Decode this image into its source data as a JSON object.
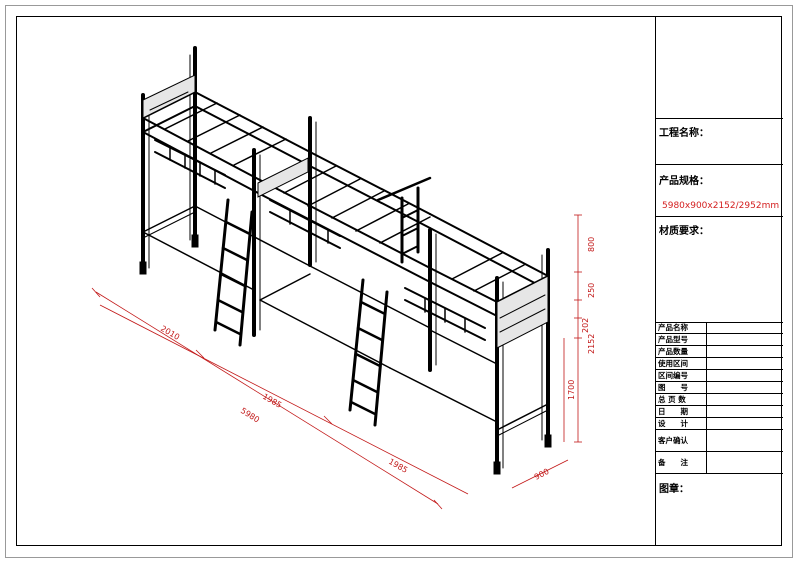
{
  "title_block": {
    "project_name_label": "工程名称：",
    "product_spec_label": "产品规格：",
    "product_spec_value": "5980x900x2152/2952mm",
    "material_label": "材质要求：",
    "stamp_label": "图章：",
    "rows": [
      {
        "label": "产品名称"
      },
      {
        "label": "产品型号"
      },
      {
        "label": "产品数量"
      },
      {
        "label": "使用区间"
      },
      {
        "label": "区间编号"
      },
      {
        "label": "图　　号"
      },
      {
        "label": "总 页 数"
      },
      {
        "label": "日　　期"
      },
      {
        "label": "设　　计"
      },
      {
        "label": "客户确认"
      },
      {
        "label": "备　　注"
      }
    ]
  },
  "dimensions": {
    "length_total": "5980",
    "segment_1": "2010",
    "segment_2": "1985",
    "segment_3": "1985",
    "width": "900",
    "height_top": "800",
    "height_rail": "250",
    "height_upper": "202",
    "height_total": "2152",
    "height_lower": "1700"
  },
  "colors": {
    "dimension": "#c21818",
    "line": "#000000",
    "frame_fill": "#e6e6e6"
  }
}
